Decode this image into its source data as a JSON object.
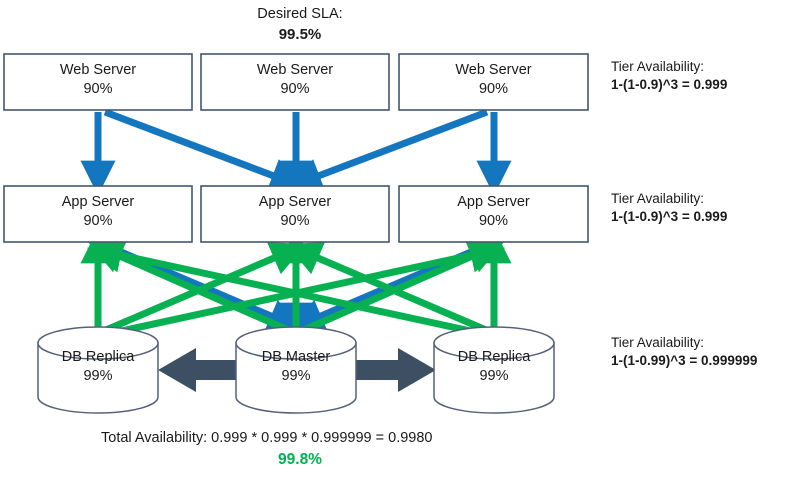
{
  "diagram": {
    "title_label": "Desired SLA:",
    "title_value": "99.5%",
    "colors": {
      "blue_arrow": "#1476BE",
      "green_arrow": "#07B151",
      "dark_arrow": "#3D4F63",
      "box_border": "#41566E",
      "cylinder_border": "#55617A",
      "text": "#1a1a1a",
      "green_text": "#00B14F"
    }
  },
  "tiers": {
    "web": {
      "nodes": [
        {
          "name": "Web Server",
          "availability": "90%"
        },
        {
          "name": "Web Server",
          "availability": "90%"
        },
        {
          "name": "Web Server",
          "availability": "90%"
        }
      ],
      "annotation_title": "Tier Availability:",
      "annotation_formula": "1-(1-0.9)^3 = 0.999"
    },
    "app": {
      "nodes": [
        {
          "name": "App Server",
          "availability": "90%"
        },
        {
          "name": "App Server",
          "availability": "90%"
        },
        {
          "name": "App Server",
          "availability": "90%"
        }
      ],
      "annotation_title": "Tier Availability:",
      "annotation_formula": "1-(1-0.9)^3 = 0.999"
    },
    "db": {
      "nodes": [
        {
          "name": "DB Replica",
          "availability": "99%"
        },
        {
          "name": "DB Master",
          "availability": "99%"
        },
        {
          "name": "DB Replica",
          "availability": "99%"
        }
      ],
      "annotation_title": "Tier Availability:",
      "annotation_formula": "1-(1-0.99)^3 = 0.999999"
    }
  },
  "footer": {
    "total_line": "Total Availability: 0.999 * 0.999 * 0.999999 = 0.9980",
    "total_percent": "99.8%"
  }
}
